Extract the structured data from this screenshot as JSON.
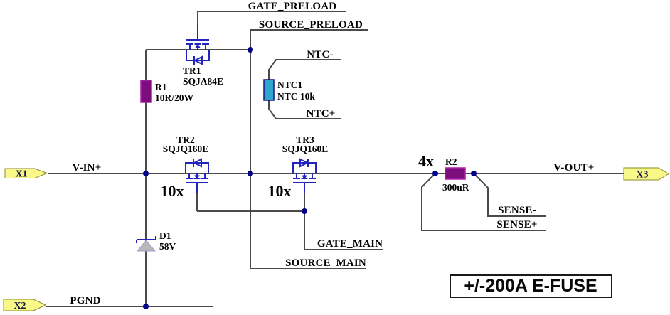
{
  "title_box": {
    "label": "+/-200A E-FUSE"
  },
  "connectors": {
    "x1": "X1",
    "x2": "X2",
    "x3": "X3"
  },
  "net_labels": {
    "v_in": "V-IN+",
    "pgnd": "PGND",
    "v_out": "V-OUT+",
    "gate_preload": "GATE_PRELOAD",
    "source_preload": "SOURCE_PRELOAD",
    "gate_main": "GATE_MAIN",
    "source_main": "SOURCE_MAIN",
    "ntc_minus": "NTC-",
    "ntc_plus": "NTC+",
    "sense_minus": "SENSE-",
    "sense_plus": "SENSE+"
  },
  "components": {
    "tr1": {
      "ref": "TR1",
      "part": "SQJA84E"
    },
    "tr2": {
      "ref": "TR2",
      "part": "SQJQ160E",
      "multiplier": "10x"
    },
    "tr3": {
      "ref": "TR3",
      "part": "SQJQ160E",
      "multiplier": "10x"
    },
    "r1": {
      "ref": "R1",
      "value": "10R/20W"
    },
    "r2": {
      "ref": "R2",
      "value": "300uR",
      "multiplier": "4x"
    },
    "d1": {
      "ref": "D1",
      "value": "58V"
    },
    "ntc1": {
      "ref": "NTC1",
      "value": "NTC 10k"
    }
  },
  "colors": {
    "wire": "#4a4a4a",
    "symbol_blue": "#2323bd",
    "junction_dot": "#00008b",
    "resistor_fill": "#7d0d7d",
    "ntc_fill": "#2fa6cc",
    "diode_body_fill": "#b8b8b8",
    "connector_fill": "#f9f98a",
    "background": "#ffffff"
  }
}
